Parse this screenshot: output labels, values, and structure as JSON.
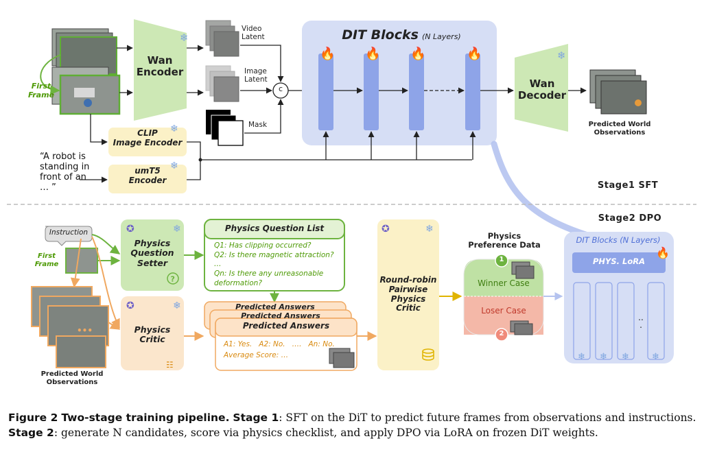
{
  "colors": {
    "green_fill": "#cde8b5",
    "green_border": "#6db33f",
    "green_text": "#4e9a06",
    "yellow_fill": "#fbf1c7",
    "orange_border": "#f0a860",
    "orange_text": "#d98a10",
    "blue_fill": "#d6def5",
    "dit_block": "#8ea4e8",
    "snow": "#8fa8e0",
    "winner_fill": "#bfe1a4",
    "loser_fill": "#f4b8a8"
  },
  "stage1": {
    "first_frame_label": "First\nFrame",
    "wan_encoder": "Wan\nEncoder",
    "video_latent": "Video\nLatent",
    "image_latent": "Image\nLatent",
    "mask": "Mask",
    "concat_symbol": "c",
    "clip_encoder": "CLIP\nImage Encoder",
    "umt5_encoder": "umT5\nEncoder",
    "prompt_text": "“A robot is\nstanding in\nfront of an\n… ”",
    "dit_title": "DIT Blocks",
    "dit_layers": "(N Layers)",
    "wan_decoder": "Wan\nDecoder",
    "predicted_world_observations": "Predicted World\nObservations",
    "stage_label": "Stage1 SFT"
  },
  "stage2": {
    "stage_label": "Stage2 DPO",
    "instruction": "Instruction",
    "first_frame_label": "First\nFrame",
    "predicted_world_observations": "Predicted World\nObservations",
    "question_setter": "Physics\nQuestion\nSetter",
    "critic": "Physics\nCritic",
    "question_list_title": "Physics Question List",
    "questions": [
      "Q1: Has clipping occurred?",
      "Q2: Is there magnetic attraction?",
      "…",
      "Qn: Is there any unreasonable",
      "deformation?"
    ],
    "predicted_answers": "Predicted Answers",
    "answer_line": "A1: Yes.   A2: No.   ….   An: No.",
    "average_score": "Average Score: …",
    "round_robin": "Round-robin\nPairwise\nPhysics Critic",
    "preference_data": "Physics\nPreference Data",
    "winner_case": "Winner Case",
    "loser_case": "Loser Case",
    "winner_num": "1",
    "loser_num": "2",
    "dit_blocks": "DIT Blocks (N Layers)",
    "phys_lora": "PHYS. LoRA",
    "dots": "..\n."
  },
  "caption": {
    "figure": "Figure 2",
    "title": "Two-stage training pipeline.",
    "stage1_label": "Stage 1",
    "stage1_text": ": SFT on the DiT to predict future frames from observations and instructions.",
    "stage2_label": "Stage 2",
    "stage2_text": ": generate N candidates, score via physics checklist, and apply DPO via LoRA on frozen DiT weights."
  }
}
